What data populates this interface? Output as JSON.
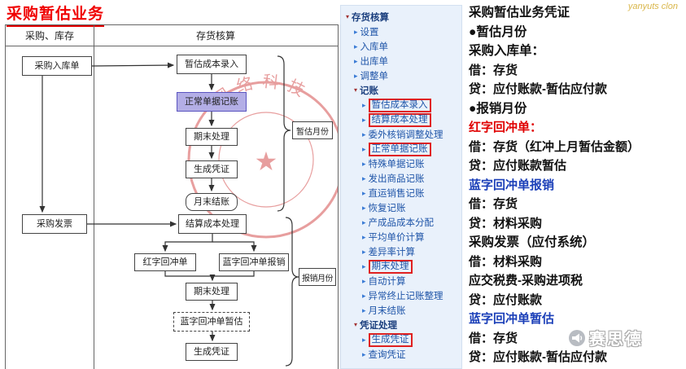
{
  "title": "采购暂估业务",
  "watermarks": {
    "corner": "yanyuts clon",
    "seal": "网络科技",
    "logo": "赛思德"
  },
  "flowchart": {
    "headers": {
      "col1": "采购、库存",
      "col2": "存货核算"
    },
    "nodes": {
      "purchase_inbound": "采购入库单",
      "estimate_cost_entry": "暂估成本录入",
      "normal_doc_posting": "正常单据记账",
      "period_end_1": "期末处理",
      "generate_voucher_1": "生成凭证",
      "month_end_close": "月末结账",
      "purchase_invoice": "采购发票",
      "settlement_cost": "结算成本处理",
      "red_reversal": "红字回冲单",
      "blue_reversal_reimburse": "蓝字回冲单报销",
      "period_end_2": "期末处理",
      "blue_reversal_estimate": "蓝字回冲单暂估",
      "generate_voucher_2": "生成凭证"
    },
    "braces": {
      "estimate_month": "暂估月份",
      "reimburse_month": "报销月份"
    }
  },
  "menu": {
    "items": [
      {
        "label": "存货核算"
      },
      {
        "label": "设置"
      },
      {
        "label": "入库单"
      },
      {
        "label": "出库单"
      },
      {
        "label": "调整单"
      },
      {
        "label": "记账"
      },
      {
        "label": "暂估成本录入"
      },
      {
        "label": "结算成本处理"
      },
      {
        "label": "委外核销调整处理"
      },
      {
        "label": "正常单据记账"
      },
      {
        "label": "特殊单据记账"
      },
      {
        "label": "发出商品记账"
      },
      {
        "label": "直运销售记账"
      },
      {
        "label": "恢复记账"
      },
      {
        "label": "产成品成本分配"
      },
      {
        "label": "平均单价计算"
      },
      {
        "label": "差异率计算"
      },
      {
        "label": "期末处理"
      },
      {
        "label": "自动计算"
      },
      {
        "label": "异常终止记账整理"
      },
      {
        "label": "月末结账"
      },
      {
        "label": "凭证处理"
      },
      {
        "label": "生成凭证"
      },
      {
        "label": "查询凭证"
      }
    ]
  },
  "right_panel": {
    "lines": [
      {
        "text": "采购暂估业务凭证",
        "style": "h"
      },
      {
        "text": "●暂估月份",
        "style": "h"
      },
      {
        "text": "采购入库单：",
        "style": "h"
      },
      {
        "text": "借：存货",
        "style": "b"
      },
      {
        "text": "贷：应付账款-暂估应付款",
        "style": "b"
      },
      {
        "text": "●报销月份",
        "style": "h"
      },
      {
        "text": "红字回冲单：",
        "style": "red"
      },
      {
        "text": "借：存货（红冲上月暂估金额）",
        "style": "b"
      },
      {
        "text": "贷：应付账款暂估",
        "style": "b"
      },
      {
        "text": "蓝字回冲单报销",
        "style": "blue"
      },
      {
        "text": "借：存货",
        "style": "b"
      },
      {
        "text": "贷：材料采购",
        "style": "b"
      },
      {
        "text": "采购发票（应付系统）",
        "style": "h"
      },
      {
        "text": "借：材料采购",
        "style": "b"
      },
      {
        "text": "应交税费-采购进项税",
        "style": "b"
      },
      {
        "text": "贷：应付账款",
        "style": "b"
      },
      {
        "text": "蓝字回冲单暂估",
        "style": "blue"
      },
      {
        "text": "借：存货",
        "style": "b"
      },
      {
        "text": "贷：应付账款-暂估应付款",
        "style": "b"
      }
    ]
  },
  "colors": {
    "title_red": "#e00000",
    "highlight_node": "#b3aee6",
    "menu_bg": "#e9f1fb",
    "menu_link": "#1f55a8",
    "box_red": "#e02020",
    "entry_red": "#e00000",
    "entry_blue": "#1b3fb8"
  }
}
